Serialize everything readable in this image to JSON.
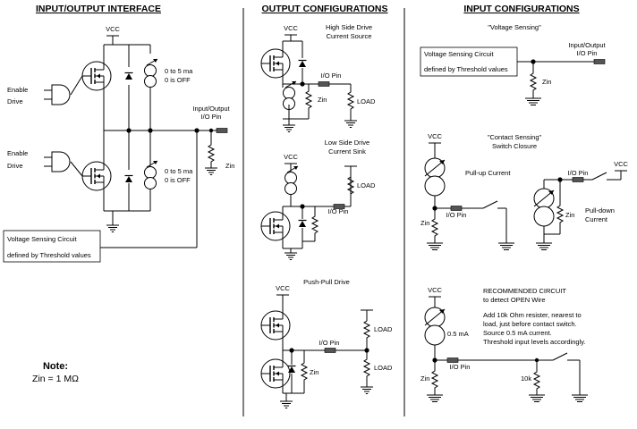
{
  "headers": {
    "io": "INPUT/OUTPUT INTERFACE",
    "out": "OUTPUT CONFIGURATIONS",
    "in": "INPUT CONFIGURATIONS"
  },
  "io_interface": {
    "vcc": "VCC",
    "enable": "Enable",
    "drive": "Drive",
    "src_top_1": "0 to 5 ma",
    "src_top_2": "0 is OFF",
    "src_bot_1": "0 to 5 ma",
    "src_bot_2": "0 is OFF",
    "pin_1": "Input/Output",
    "pin_2": "I/O Pin",
    "zin": "Zin",
    "vs_1": "Voltage Sensing Circuit",
    "vs_2": "defined by Threshold values"
  },
  "note": {
    "title": "Note:",
    "text": "Zin = 1 MΩ"
  },
  "out_config": {
    "hs_1": "High Side Drive",
    "hs_2": "Current Source",
    "ls_1": "Low Side Drive",
    "ls_2": "Current Sink",
    "pp": "Push-Pull Drive",
    "vcc": "VCC",
    "io_pin": "I/O Pin",
    "load": "LOAD",
    "zin": "Zin"
  },
  "in_config": {
    "vs_title": "\"Voltage Sensing\"",
    "vs_1": "Voltage Sensing Circuit",
    "vs_2": "defined by Threshold values",
    "pin_1": "Input/Output",
    "pin_2": "I/O Pin",
    "zin": "Zin",
    "cs_1": "\"Contact Sensing\"",
    "cs_2": "Switch Closure",
    "pullup": "Pull-up Current",
    "pulldown_1": "Pull-down",
    "pulldown_2": "Current",
    "vcc": "VCC",
    "io_pin": "I/O Pin",
    "rec_1": "RECOMMENDED CIRCUIT",
    "rec_2": "to detect OPEN Wire",
    "desc_1": "Add 10k Ohm resister, nearest to",
    "desc_2": "load, just before contact switch.",
    "desc_3": "Source 0.5 mA current.",
    "desc_4": "Threshold input levels accordingly.",
    "ma": "0.5 mA",
    "r10k": "10k"
  }
}
